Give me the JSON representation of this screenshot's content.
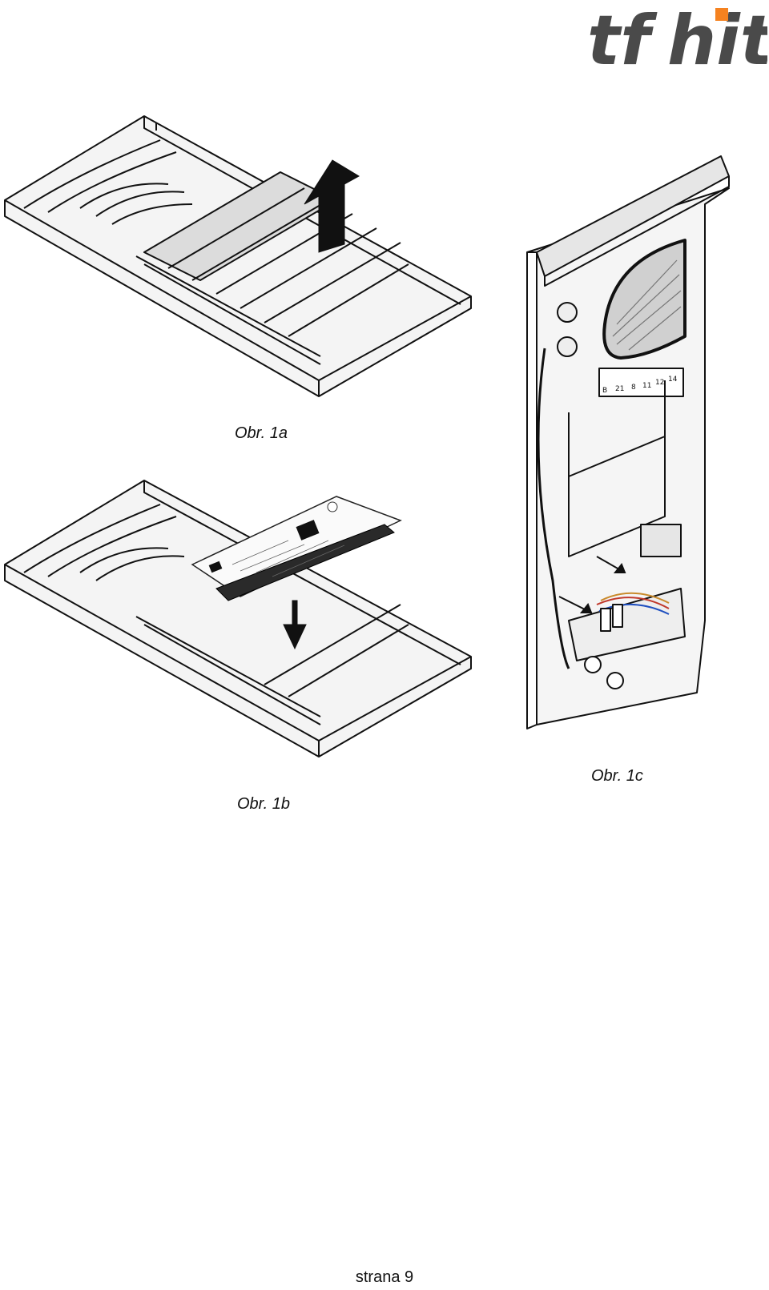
{
  "logo": {
    "text_left": "tf",
    "text_right": "hit",
    "colors": {
      "gray": "#4a4a4a",
      "orange": "#f58220"
    }
  },
  "figures": {
    "fig1a": {
      "caption": "Obr. 1a"
    },
    "fig1b": {
      "caption": "Obr. 1b"
    },
    "fig1c": {
      "caption": "Obr. 1c",
      "terminal_labels": [
        "B",
        "21",
        "8",
        "11",
        "12",
        "14"
      ]
    }
  },
  "footer": {
    "page": "strana 9"
  }
}
